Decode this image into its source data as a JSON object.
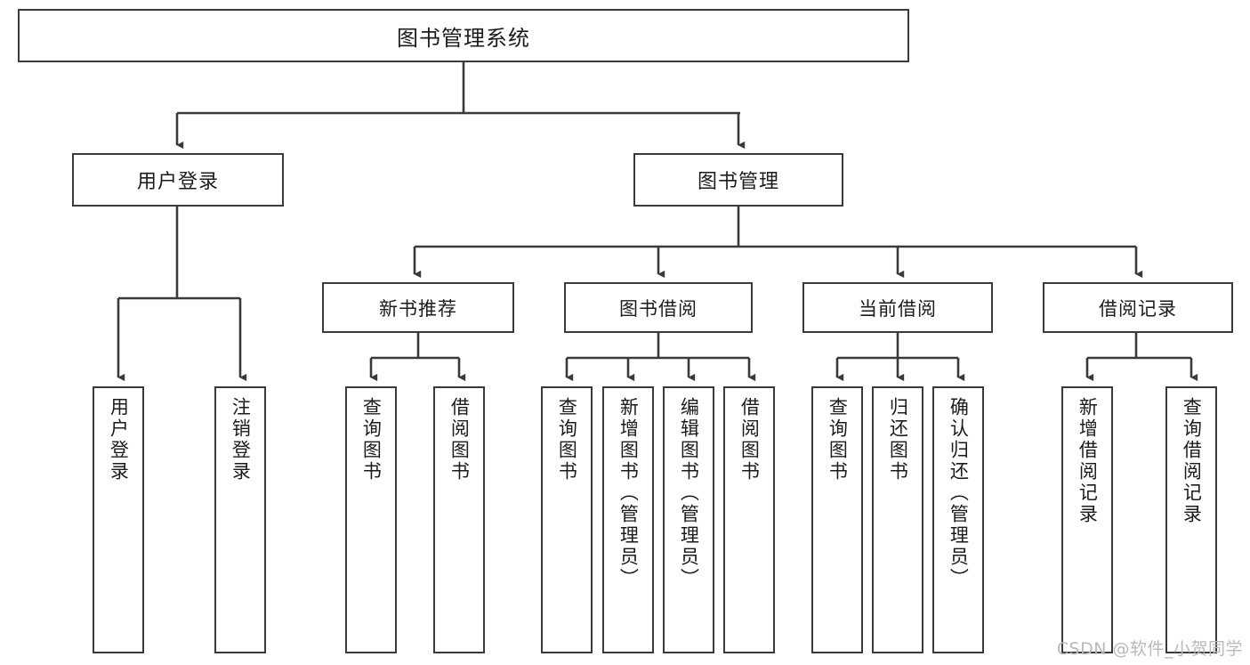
{
  "diagram": {
    "title": "图书管理系统",
    "watermark": "CSDN @软件_小贺同学",
    "colors": {
      "border": "#3a3a3a",
      "edge": "#3a3a3a",
      "background": "#ffffff",
      "text": "#1b1b1b",
      "watermark": "#b9b9b9"
    },
    "root": {
      "label": "图书管理系统"
    },
    "level1": [
      {
        "label": "用户登录"
      },
      {
        "label": "图书管理"
      }
    ],
    "level2": [
      {
        "label": "新书推荐"
      },
      {
        "label": "图书借阅"
      },
      {
        "label": "当前借阅"
      },
      {
        "label": "借阅记录"
      }
    ],
    "leaves": {
      "user_login": [
        {
          "label": "用户登录"
        },
        {
          "label": "注销登录"
        }
      ],
      "new_book": [
        {
          "label": "查询图书"
        },
        {
          "label": "借阅图书"
        }
      ],
      "book_borrow": [
        {
          "label": "查询图书"
        },
        {
          "label": "新增图书（管理员）"
        },
        {
          "label": "编辑图书（管理员）"
        },
        {
          "label": "借阅图书"
        }
      ],
      "current_borrow": [
        {
          "label": "查询图书"
        },
        {
          "label": "归还图书"
        },
        {
          "label": "确认归还（管理员）"
        }
      ],
      "borrow_record": [
        {
          "label": "新增借阅记录"
        },
        {
          "label": "查询借阅记录"
        }
      ]
    }
  }
}
